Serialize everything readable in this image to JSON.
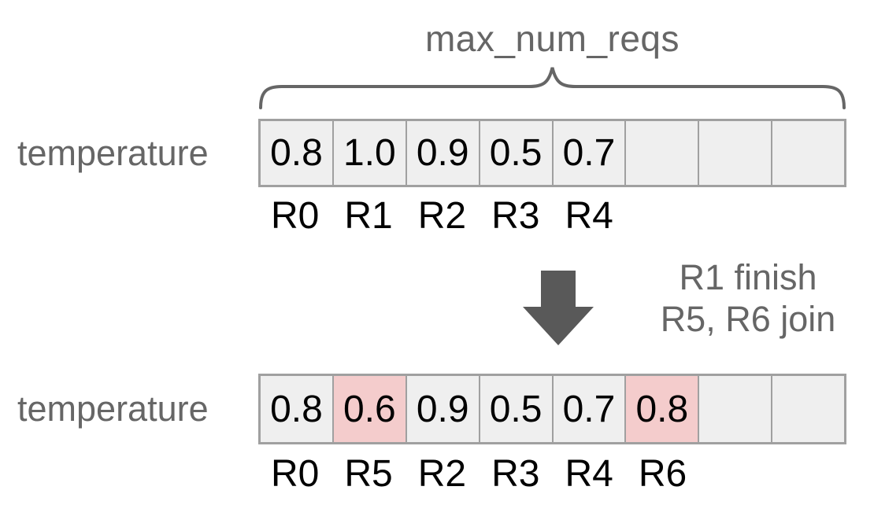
{
  "brace": {
    "label": "max_num_reqs"
  },
  "rows": {
    "top": {
      "label": "temperature",
      "cells": [
        "0.8",
        "1.0",
        "0.9",
        "0.5",
        "0.7",
        "",
        "",
        ""
      ],
      "highlights": [
        false,
        false,
        false,
        false,
        false,
        false,
        false,
        false
      ],
      "request_labels": [
        "R0",
        "R1",
        "R2",
        "R3",
        "R4",
        "",
        "",
        ""
      ]
    },
    "bottom": {
      "label": "temperature",
      "cells": [
        "0.8",
        "0.6",
        "0.9",
        "0.5",
        "0.7",
        "0.8",
        "",
        ""
      ],
      "highlights": [
        false,
        true,
        false,
        false,
        false,
        true,
        false,
        false
      ],
      "request_labels": [
        "R0",
        "R5",
        "R2",
        "R3",
        "R4",
        "R6",
        "",
        ""
      ]
    }
  },
  "transition": {
    "line1": "R1 finish",
    "line2": "R5, R6 join"
  },
  "colors": {
    "cell_fill": "#efefef",
    "cell_highlight": "#f4cccc",
    "cell_border": "#a0a0a0",
    "gray_text": "#666666",
    "arrow": "#595959",
    "value_text": "#000000"
  }
}
